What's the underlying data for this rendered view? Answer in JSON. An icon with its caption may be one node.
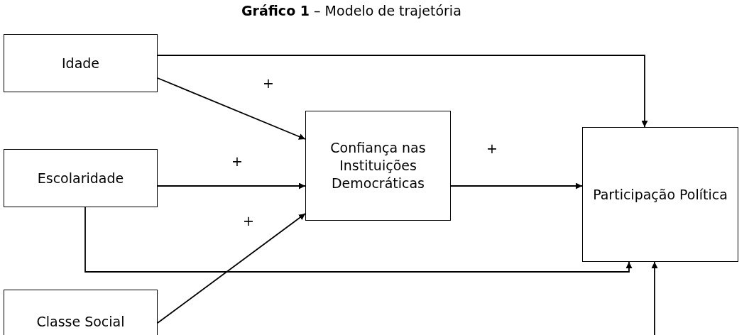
{
  "diagram": {
    "title": "**Gráfico 1** – Modelo de trajetória",
    "nodes": [
      {
        "text": [
          "Idade"
        ]
      },
      {
        "text": [
          "Escolaridade"
        ]
      },
      {
        "text": [
          "Classe Social"
        ]
      },
      {
        "text": [
          "Confiança nas Instituições Democráticas"
        ]
      },
      {
        "text": [
          "Participação Política"
        ]
      }
    ],
    "edges": [
      {
        "from": 0,
        "to": 4,
        "arrow": "to"
      },
      {
        "from": 0,
        "to": 3,
        "arrow": "to",
        "label": "+"
      },
      {
        "from": 1,
        "to": 3,
        "arrow": "to",
        "label": "+"
      },
      {
        "from": 2,
        "to": 3,
        "arrow": "to",
        "label": "+"
      },
      {
        "from": 3,
        "to": 4,
        "arrow": "to",
        "label": "+"
      },
      {
        "from": 1,
        "to": 4,
        "arrow": "to"
      },
      {
        "from": null,
        "to": 4,
        "arrow": "to"
      }
    ]
  }
}
